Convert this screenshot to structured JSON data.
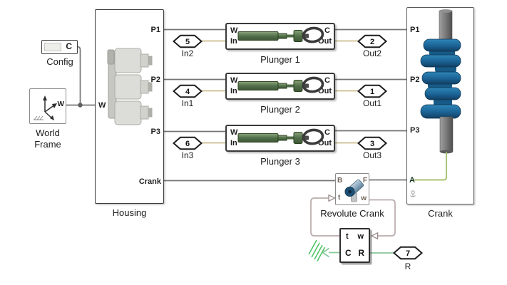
{
  "colors": {
    "wire_frame": "#757575",
    "wire_signal": "#cbbb8e",
    "wire_loop": "#b9abab",
    "wire_green": "#87c79b",
    "wire_ground": "#52c468",
    "wire_crank": "#9cb95f",
    "border_dark": "#3a3a3a",
    "border_gray": "#8a8a8a",
    "text_dark": "#1e1e1e",
    "crank_blue": "#1b6294",
    "plunger_green": "#5f7f55"
  },
  "config": {
    "label": "Config",
    "icon_letter": "C"
  },
  "world_frame": {
    "label_line1": "World",
    "label_line2": "Frame",
    "port_w": "W"
  },
  "housing": {
    "label": "Housing",
    "ports": {
      "w": "W",
      "p1": "P1",
      "p2": "P2",
      "p3": "P3",
      "crank": "Crank"
    }
  },
  "plunger_ports": {
    "w": "W",
    "in": "In",
    "c": "C",
    "out": "Out"
  },
  "plungers": [
    {
      "label": "Plunger 1"
    },
    {
      "label": "Plunger 2"
    },
    {
      "label": "Plunger 3"
    }
  ],
  "inports": [
    {
      "value": "5",
      "label": "In2"
    },
    {
      "value": "4",
      "label": "In1"
    },
    {
      "value": "6",
      "label": "In3"
    }
  ],
  "outports": [
    {
      "value": "2",
      "label": "Out2"
    },
    {
      "value": "1",
      "label": "Out1"
    },
    {
      "value": "3",
      "label": "Out3"
    }
  ],
  "crank": {
    "label": "Crank",
    "ports": {
      "p1": "P1",
      "p2": "P2",
      "p3": "P3",
      "a": "A"
    }
  },
  "revolute": {
    "label": "Revolute Crank",
    "ports": {
      "b": "B",
      "f": "F",
      "t": "t",
      "w": "w"
    }
  },
  "source_block": {
    "ports": {
      "t": "t",
      "w": "w",
      "c": "C",
      "r": "R"
    }
  },
  "r_port": {
    "value": "7",
    "label": "R"
  }
}
